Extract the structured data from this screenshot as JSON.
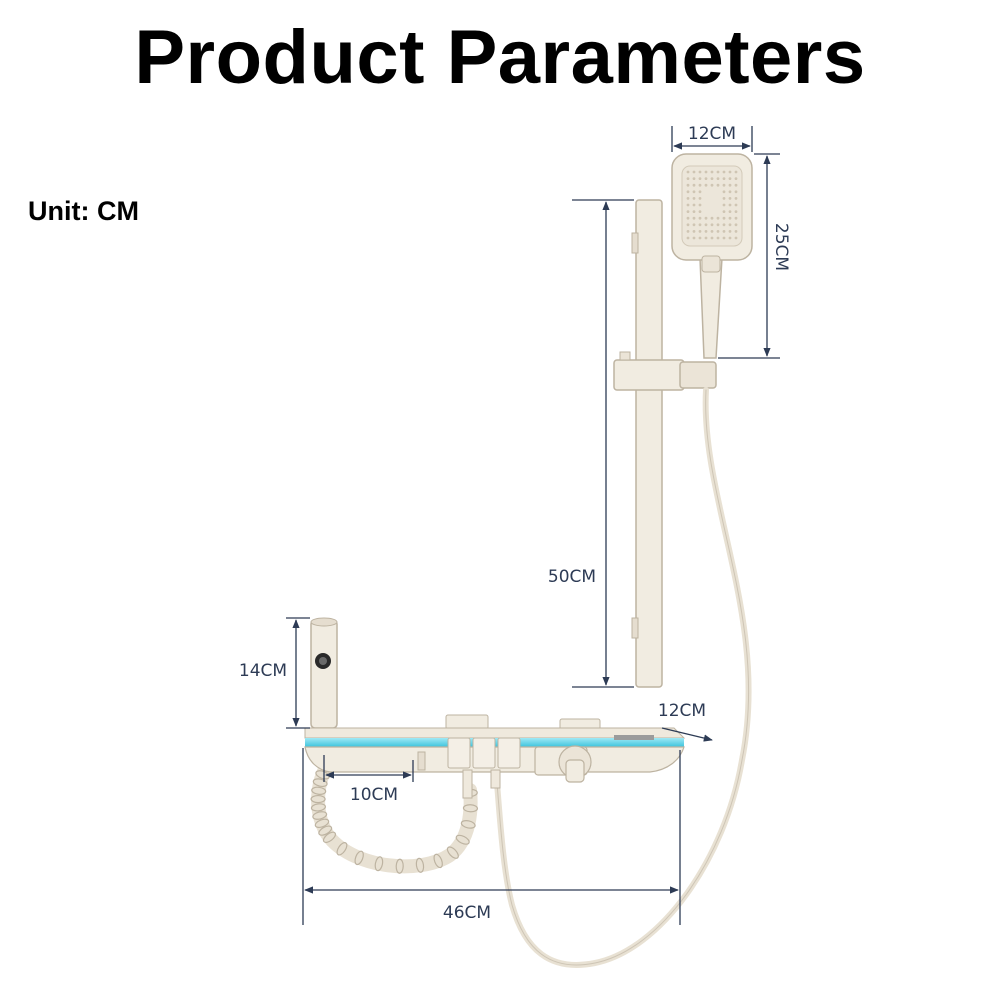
{
  "title": "Product Parameters",
  "unit_label": "Unit: CM",
  "colors": {
    "product": "#f1ece1",
    "product_edge": "#bdb3a1",
    "accent": "#5fd3e8",
    "dimension": "#2d3b55"
  },
  "dimensions": {
    "handshower_width": "12CM",
    "handshower_height": "25CM",
    "rail_height": "50CM",
    "spout_height": "14CM",
    "shelf_depth": "12CM",
    "spout_reach": "10CM",
    "body_width": "46CM"
  }
}
